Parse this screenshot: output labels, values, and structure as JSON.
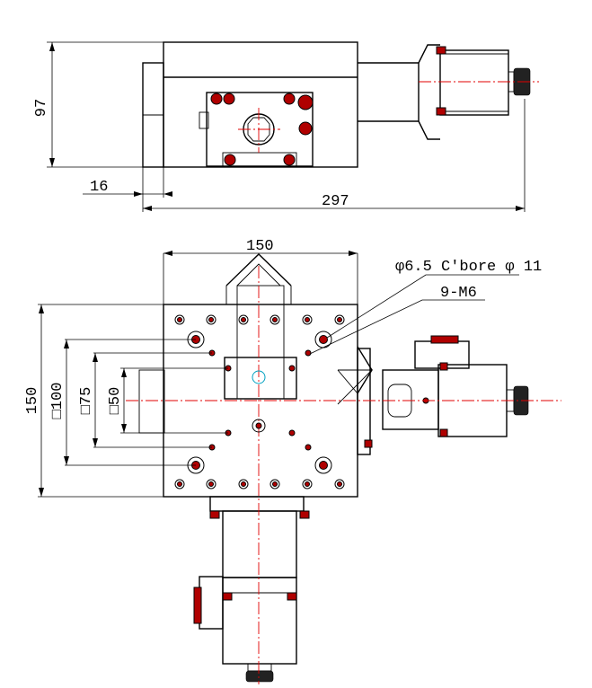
{
  "drawing": {
    "dimensions": {
      "side_height": "97",
      "side_offset": "16",
      "side_length": "297",
      "top_width": "150",
      "top_height": "150",
      "hole_span_100": "□100",
      "hole_span_75": "□75",
      "hole_span_50": "□50"
    },
    "callouts": {
      "counterbore": "φ6.5 C'bore φ 11",
      "tapped_holes": "9-M6"
    }
  }
}
